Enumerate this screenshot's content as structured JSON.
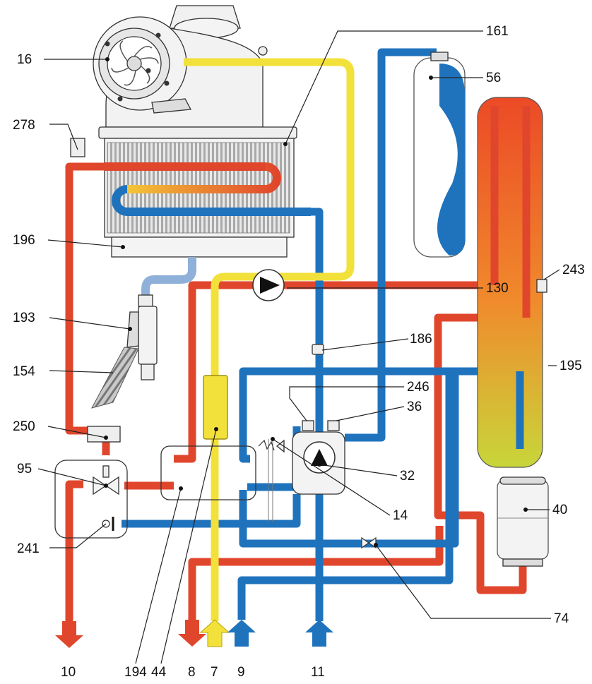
{
  "labels": {
    "l16": "16",
    "l278": "278",
    "l196": "196",
    "l193": "193",
    "l154": "154",
    "l250": "250",
    "l95": "95",
    "l241": "241",
    "l194": "194",
    "l44": "44",
    "l161": "161",
    "l56": "56",
    "l130": "130",
    "l186": "186",
    "l243": "243",
    "l195": "195",
    "l246": "246",
    "l36": "36",
    "l32": "32",
    "l14": "14",
    "l40": "40",
    "l74": "74",
    "b10": "10",
    "b8": "8",
    "b7": "7",
    "b9": "9",
    "b11": "11"
  },
  "colors": {
    "hot_water": "#e0462c",
    "cold_water": "#1f73bd",
    "gas": "#f3e13b",
    "condensate": "#8fb0d8"
  }
}
